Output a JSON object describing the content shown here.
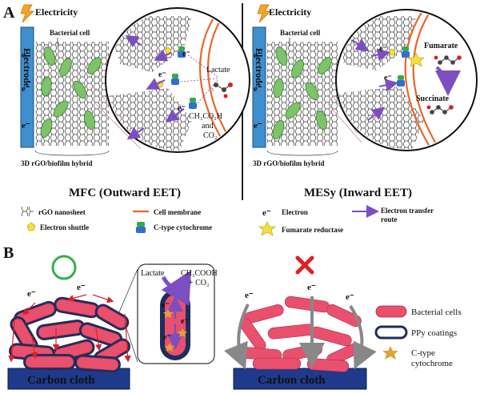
{
  "panel_a": {
    "letter": "A",
    "left": {
      "electricity": "Electricity",
      "bacterial_cell": "Bacterial cell",
      "electrode": "Electrode",
      "electron": "e⁻",
      "lactate": "Lactate",
      "products_line1": "CH₃CO₂H",
      "products_line2": "and",
      "products_line3": "CO₂",
      "hybrid": "3D rGO/biofilm hybrid",
      "caption": "MFC (Outward EET)"
    },
    "right": {
      "electricity": "Electricity",
      "bacterial_cell": "Bacterial cell",
      "electrode": "Electrode",
      "electron": "e⁻",
      "fumarate": "Fumarate",
      "succinate": "Succinate",
      "hybrid": "3D rGO/biofilm hybrid",
      "caption": "MESy (Inward EET)"
    },
    "legend": {
      "rgo": "rGO nanosheet",
      "membrane": "Cell membrane",
      "electron_symbol": "e⁻",
      "electron": "Electron",
      "transfer_line1": "Electron transfer",
      "transfer_line2": "route",
      "shuttle": "Electron shuttle",
      "cytochrome": "C-type cytochrome",
      "reductase": "Fumarate reductase"
    }
  },
  "panel_b": {
    "letter": "B",
    "carbon_cloth": "Carbon cloth",
    "electron": "e⁻",
    "lactate": "Lactate",
    "ch3cooh": "CH₃COOH",
    "co2": "+ CO₂",
    "legend": {
      "bacterial": "Bacterial cells",
      "ppy": "PPy coatings",
      "cyto_line1": "C-type",
      "cyto_line2": "cytochrome"
    }
  },
  "colors": {
    "electrode": "#3f8fd0",
    "cell_green": "#7cc36a",
    "membrane": "#e8682a",
    "arrow_purple": "#7b4fc0",
    "cell_pink": "#e8506e",
    "ppy_navy": "#1f2d5c",
    "cloth": "#1f3a8a",
    "red_x": "#e02020",
    "ring_green": "#2fb24b"
  }
}
